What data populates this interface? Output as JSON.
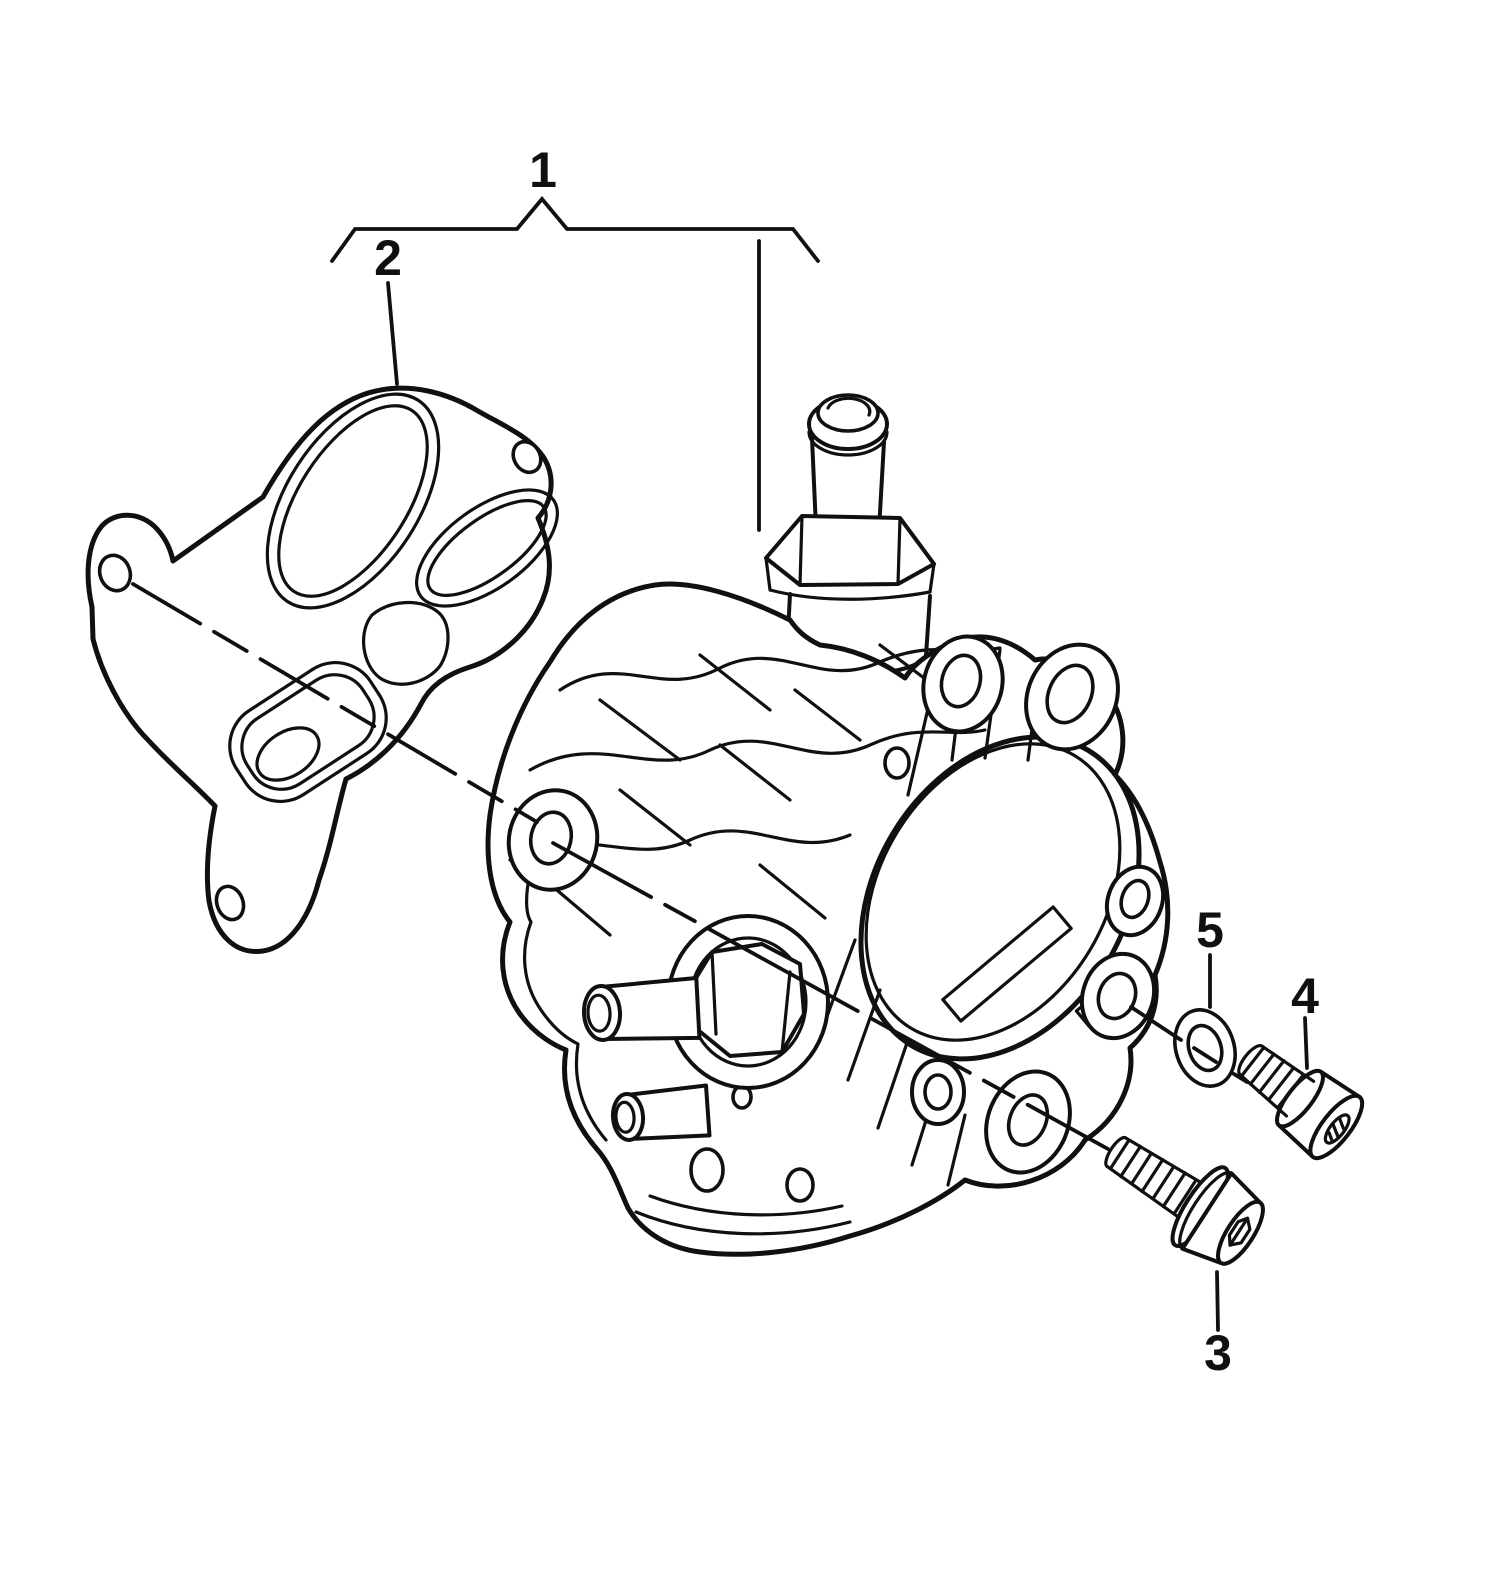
{
  "diagram": {
    "background": "#ffffff",
    "line_color": "#101010",
    "callouts": [
      {
        "label": "1"
      },
      {
        "label": "2"
      },
      {
        "label": "3"
      },
      {
        "label": "4"
      },
      {
        "label": "5"
      }
    ]
  }
}
